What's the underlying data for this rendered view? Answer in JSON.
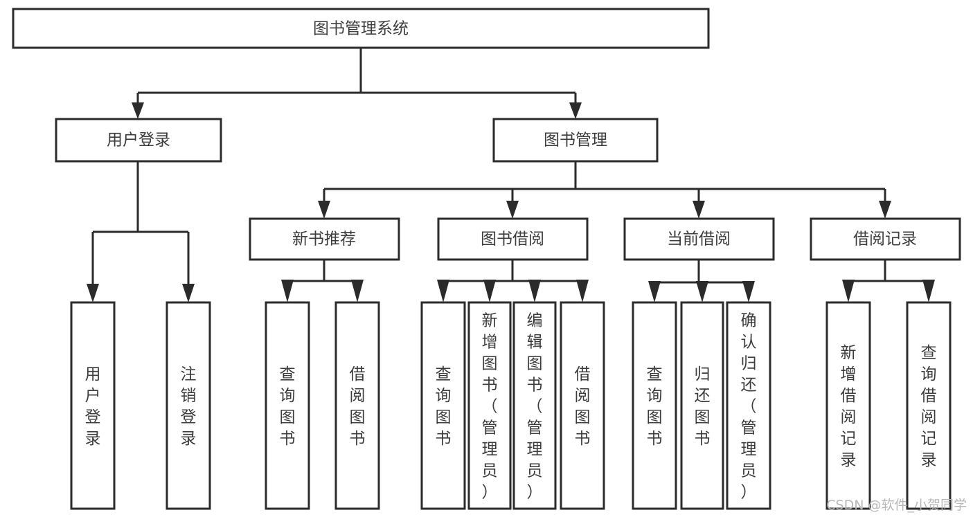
{
  "diagram": {
    "title": "图书管理系统",
    "type": "tree",
    "orientation": "top-down",
    "colors": {
      "box_stroke": "#2b2b2b",
      "box_fill": "#ffffff",
      "text": "#3c3c3c",
      "connector": "#2b2b2b",
      "background": "#ffffff",
      "watermark": "#b8b8b8"
    },
    "root": {
      "label": "图书管理系统"
    },
    "level2": [
      {
        "label": "用户登录"
      },
      {
        "label": "图书管理"
      }
    ],
    "level3": [
      {
        "label": "新书推荐"
      },
      {
        "label": "图书借阅"
      },
      {
        "label": "当前借阅"
      },
      {
        "label": "借阅记录"
      }
    ],
    "leaves": {
      "user_login": [
        {
          "label": "用户登录"
        },
        {
          "label": "注销登录"
        }
      ],
      "new_book_recommend": [
        {
          "label": "查询图书"
        },
        {
          "label": "借阅图书"
        }
      ],
      "book_borrow": [
        {
          "label": "查询图书"
        },
        {
          "label": "新增图书（管理员）"
        },
        {
          "label": "编辑图书（管理员）"
        },
        {
          "label": "借阅图书"
        }
      ],
      "current_borrow": [
        {
          "label": "查询图书"
        },
        {
          "label": "归还图书"
        },
        {
          "label": "确认归还（管理员）"
        }
      ],
      "borrow_record": [
        {
          "label": "新增借阅记录"
        },
        {
          "label": "查询借阅记录"
        }
      ]
    }
  },
  "watermark": {
    "text": "CSDN @软件_小贺同学"
  }
}
